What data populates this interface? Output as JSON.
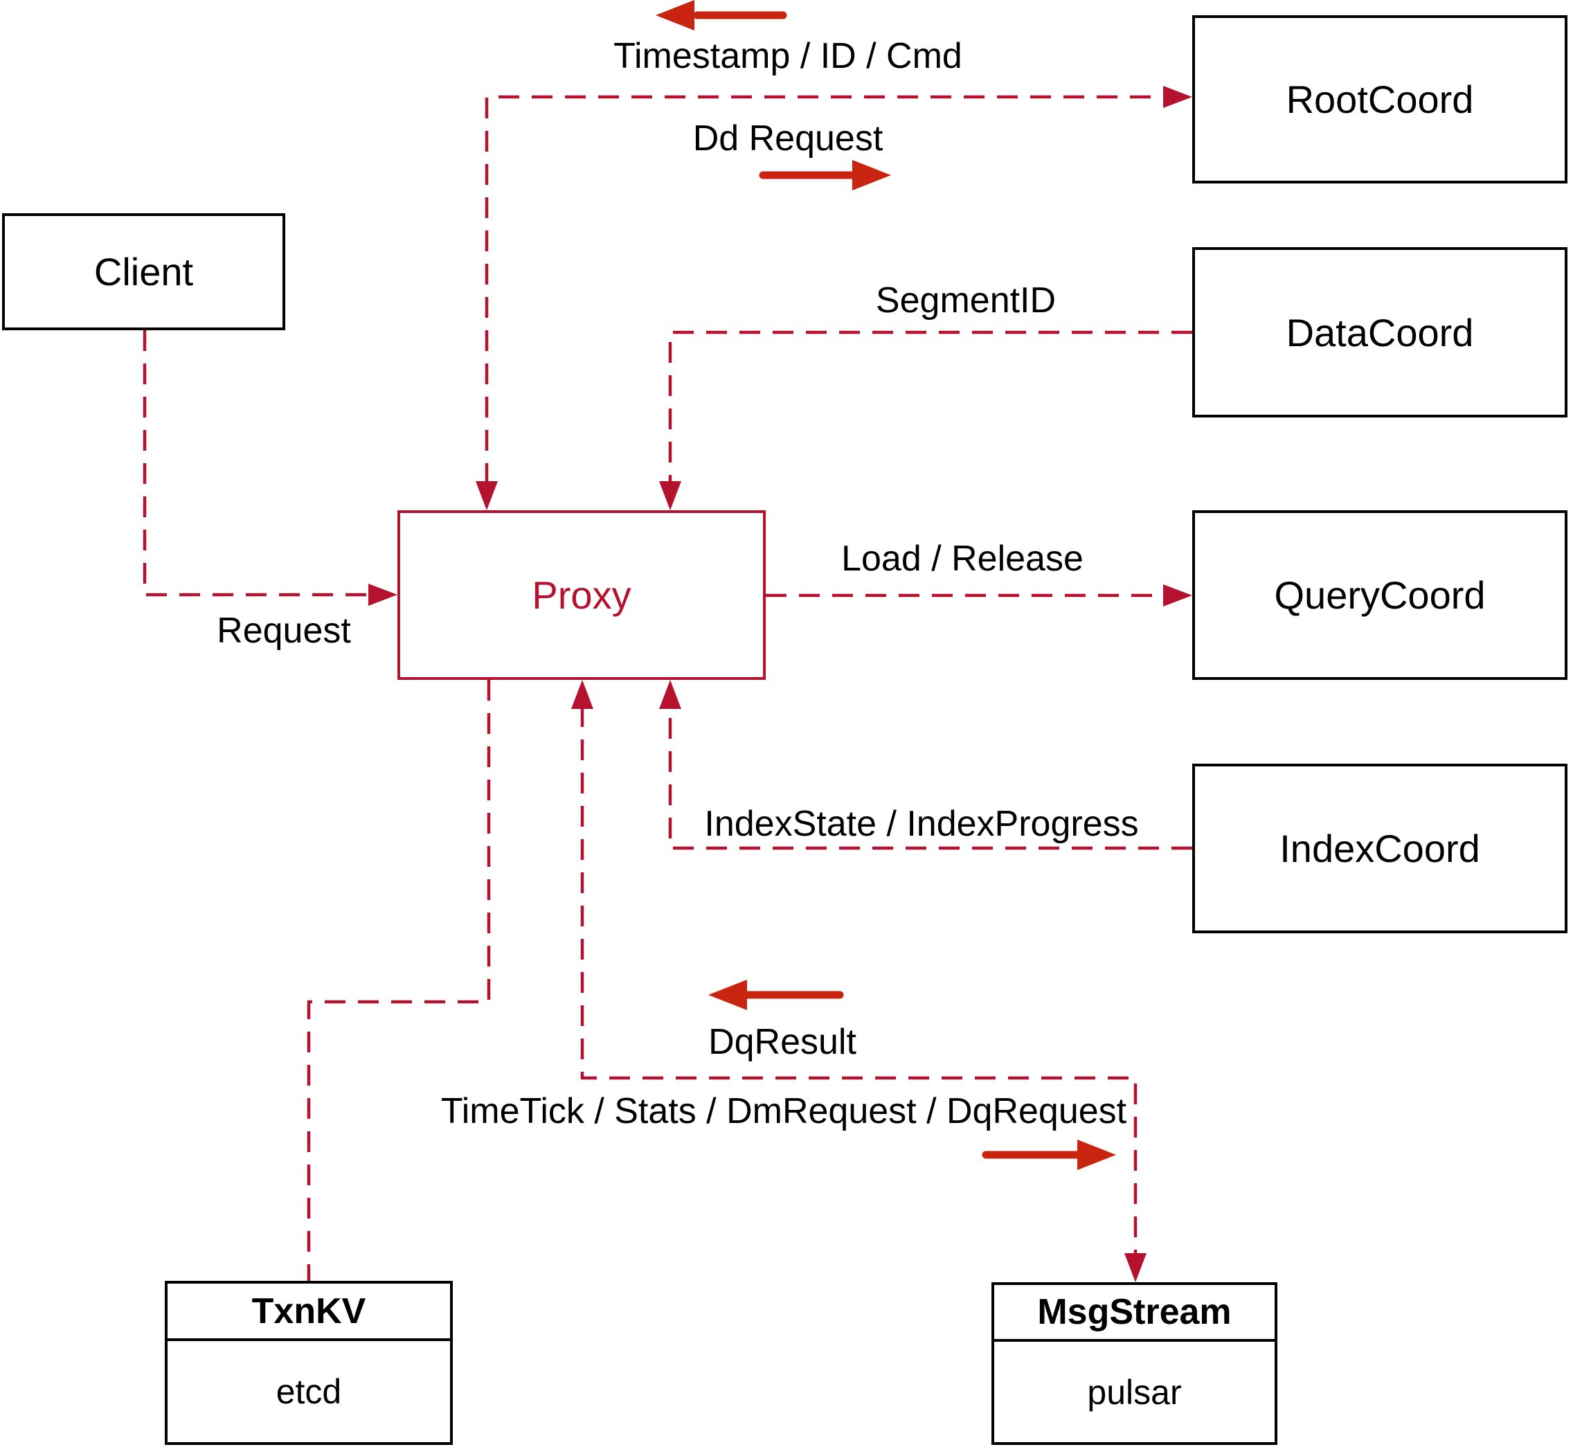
{
  "diagram_type": "architecture-flow-diagram",
  "colors": {
    "line": "#b5122f",
    "arrow": "#c9240f",
    "box_border": "#000000",
    "label_text": "#000000",
    "background": "#ffffff"
  },
  "nodes": {
    "client": {
      "label": "Client"
    },
    "proxy": {
      "label": "Proxy"
    },
    "root_coord": {
      "label": "RootCoord"
    },
    "data_coord": {
      "label": "DataCoord"
    },
    "query_coord": {
      "label": "QueryCoord"
    },
    "index_coord": {
      "label": "IndexCoord"
    },
    "txn_kv": {
      "title": "TxnKV",
      "impl": "etcd"
    },
    "msg_stream": {
      "title": "MsgStream",
      "impl": "pulsar"
    }
  },
  "edge_labels": {
    "timestamp": "Timestamp / ID / Cmd",
    "dd_request": "Dd Request",
    "segment_id": "SegmentID",
    "load_release": "Load / Release",
    "index_state": "IndexState / IndexProgress",
    "request": "Request",
    "dq_result": "DqResult",
    "time_tick": "TimeTick / Stats / DmRequest / DqRequest"
  },
  "edges": [
    {
      "from": "proxy",
      "to": "root_coord",
      "labels": [
        "Timestamp / ID / Cmd",
        "Dd Request"
      ],
      "style": "dashed",
      "arrowheads": [
        "into-proxy-top",
        "into-rootcoord"
      ]
    },
    {
      "from": "data_coord",
      "to": "proxy",
      "labels": [
        "SegmentID"
      ],
      "style": "dashed",
      "arrowheads": [
        "into-proxy-top"
      ]
    },
    {
      "from": "proxy",
      "to": "query_coord",
      "labels": [
        "Load / Release"
      ],
      "style": "dashed",
      "arrowheads": [
        "into-querycoord"
      ]
    },
    {
      "from": "index_coord",
      "to": "proxy",
      "labels": [
        "IndexState / IndexProgress"
      ],
      "style": "dashed",
      "arrowheads": [
        "into-proxy-bottom"
      ]
    },
    {
      "from": "client",
      "to": "proxy",
      "labels": [
        "Request"
      ],
      "style": "dashed",
      "arrowheads": [
        "into-proxy-left"
      ]
    },
    {
      "from": "proxy",
      "to": "txn_kv",
      "labels": [],
      "style": "dashed",
      "arrowheads": []
    },
    {
      "from": "proxy",
      "to": "msg_stream",
      "labels": [
        "DqResult",
        "TimeTick / Stats / DmRequest / DqRequest"
      ],
      "style": "dashed",
      "arrowheads": [
        "into-proxy-bottom",
        "into-msgstream-top"
      ]
    }
  ]
}
